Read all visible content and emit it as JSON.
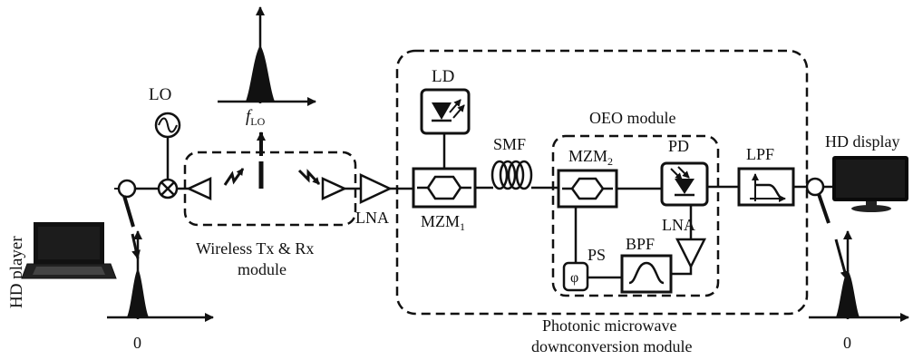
{
  "labels": {
    "hd_player": "HD player",
    "lo": "LO",
    "f_lo_main": "f",
    "f_lo_sub": "LO",
    "wireless_line1": "Wireless Tx & Rx",
    "wireless_line2": "module",
    "lna_left": "LNA",
    "ld": "LD",
    "smf": "SMF",
    "mzm1_main": "MZM",
    "mzm1_sub": "1",
    "oeo_module": "OEO module",
    "mzm2_main": "MZM",
    "mzm2_sub": "2",
    "pd": "PD",
    "lna_right": "LNA",
    "ps": "PS",
    "ps_symbol": "φ",
    "bpf": "BPF",
    "lpf": "LPF",
    "hd_display": "HD display",
    "photonic_line1": "Photonic microwave",
    "photonic_line2": "downconversion module",
    "zero_left": "0",
    "zero_right": "0"
  },
  "colors": {
    "stroke": "#111111",
    "screen": "#0a0a0a",
    "fill": "#111111"
  },
  "icons": [
    "laptop-icon",
    "oscillator-icon",
    "mixer-icon",
    "antenna-icon",
    "amplifier-icon",
    "photodiode-icon",
    "laser-icon",
    "monitor-icon",
    "phase-shifter-icon",
    "bandpass-filter-icon",
    "lowpass-filter-icon"
  ]
}
